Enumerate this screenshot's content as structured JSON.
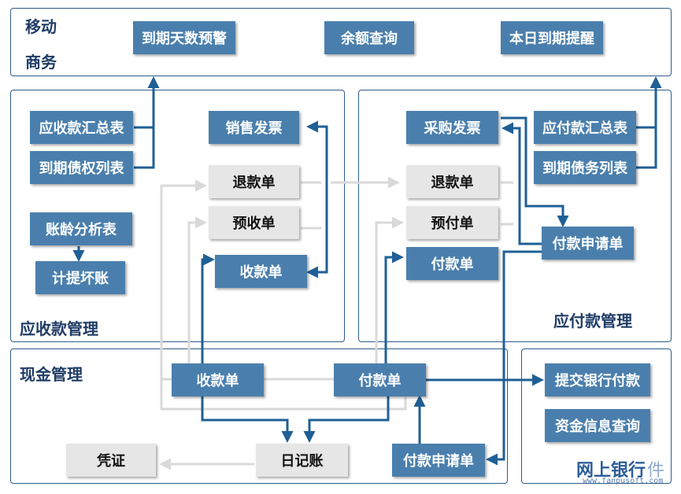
{
  "colors": {
    "box_blue": "#4a7fad",
    "box_gray": "#e6e6e6",
    "arrow_blue": "#1f5f96",
    "arrow_gray": "#d9d9d9",
    "border": "#2e5d8a"
  },
  "mobile": {
    "title_line1": "移动",
    "title_line2": "商务",
    "due_days_alert": "到期天数预警",
    "balance_query": "余额查询",
    "today_due_reminder": "本日到期提醒"
  },
  "receivables": {
    "title": "应收款管理",
    "summary": "应收款汇总表",
    "due_claims": "到期债权列表",
    "aging": "账龄分析表",
    "bad_debt": "计提坏账",
    "sales_invoice": "销售发票",
    "refund": "退款单",
    "advance_receipt": "预收单",
    "receipt": "收款单"
  },
  "payables": {
    "title": "应付款管理",
    "purchase_invoice": "采购发票",
    "refund": "退款单",
    "advance_payment": "预付单",
    "payment": "付款单",
    "summary": "应付款汇总表",
    "due_debts": "到期债务列表",
    "payment_request": "付款申请单"
  },
  "cash": {
    "title": "现金管理",
    "receipt": "收款单",
    "payment": "付款单",
    "voucher": "凭证",
    "journal": "日记账",
    "payment_request": "付款申请单"
  },
  "bank": {
    "submit_payment": "提交银行付款",
    "fund_query": "资金信息查询",
    "title": "网上银行",
    "watermark_suffix": "件",
    "watermark_url": "www.fanpusoft.com"
  }
}
